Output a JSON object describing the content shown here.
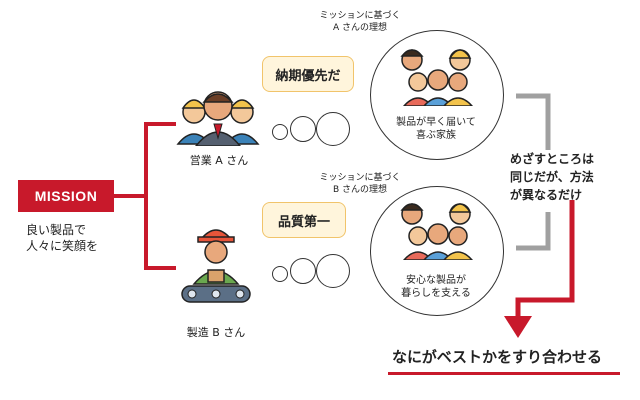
{
  "mission": {
    "badge": "MISSION",
    "description_line1": "良い製品で",
    "description_line2": "人々に笑顔を"
  },
  "sales": {
    "label": "営業 A さん",
    "priority": "納期優先だ",
    "ideal_caption_line1": "ミッションに基づく",
    "ideal_caption_line2": "A さんの理想",
    "ideal_line1": "製品が早く届いて",
    "ideal_line2": "喜ぶ家族"
  },
  "manufacturing": {
    "label": "製造 B さん",
    "priority": "品質第一",
    "ideal_caption_line1": "ミッションに基づく",
    "ideal_caption_line2": "B さんの理想",
    "ideal_line1": "安心な製品が",
    "ideal_line2": "暮らしを支える"
  },
  "conclusion": {
    "line1": "めざすところは",
    "line2": "同じだが、方法",
    "line3": "が異なるだけ"
  },
  "final_message": "なにがベストかをすり合わせる",
  "colors": {
    "accent_red": "#c8192b",
    "bubble_fill": "#fff5dc",
    "bubble_border": "#f1c46b",
    "bracket_gray": "#a0a0a0"
  },
  "icons": [
    "sales-team-icon",
    "factory-worker-icon",
    "family-icon"
  ]
}
